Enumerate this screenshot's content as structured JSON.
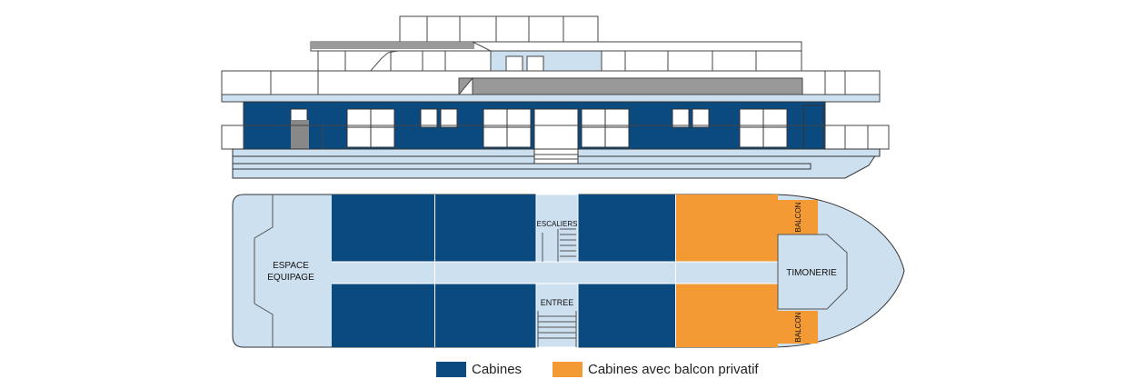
{
  "colors": {
    "cabin": "#0b4a7f",
    "balcony_cabin": "#f49a35",
    "hull_light": "#cde0f0",
    "outline": "#333333"
  },
  "labels": {
    "crew_area_line1": "ESPACE",
    "crew_area_line2": "EQUIPAGE",
    "stairs": "ESCALIERS",
    "entrance": "ENTREE",
    "wheelhouse": "TIMONERIE",
    "balcony": "BALCON"
  },
  "legend": {
    "cabins": "Cabines",
    "balcony_cabins": "Cabines avec balcon privatif"
  }
}
